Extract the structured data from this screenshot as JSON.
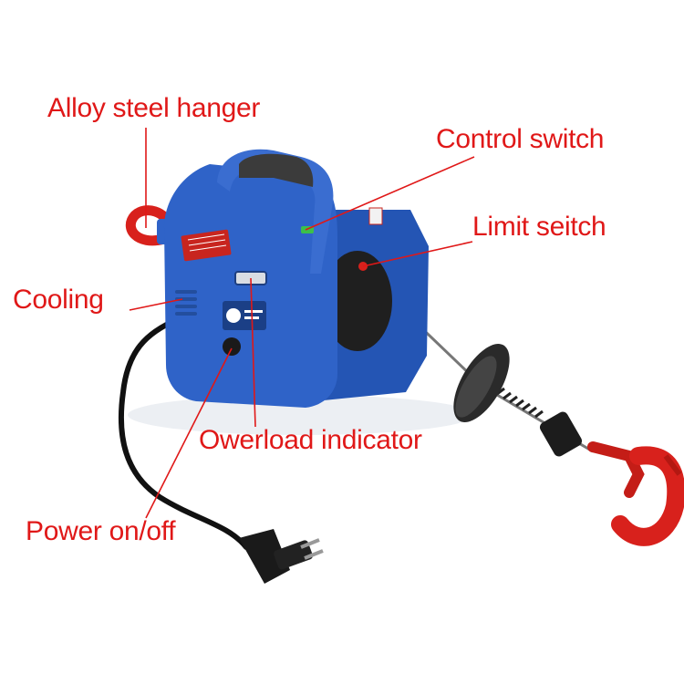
{
  "colors": {
    "label_text": "#e01818",
    "leader_line": "#e01818",
    "winch_body": "#2f63c8",
    "hook": "#d8211c",
    "handle": "#333333",
    "cable": "#111111"
  },
  "labels": {
    "alloy_steel_hanger": "Alloy steel hanger",
    "control_switch": "Control switch",
    "limit_switch": "Limit seitch",
    "cooling": "Cooling",
    "overload_indicator": "Owerload indicator",
    "power_on_off": "Power on/off"
  }
}
